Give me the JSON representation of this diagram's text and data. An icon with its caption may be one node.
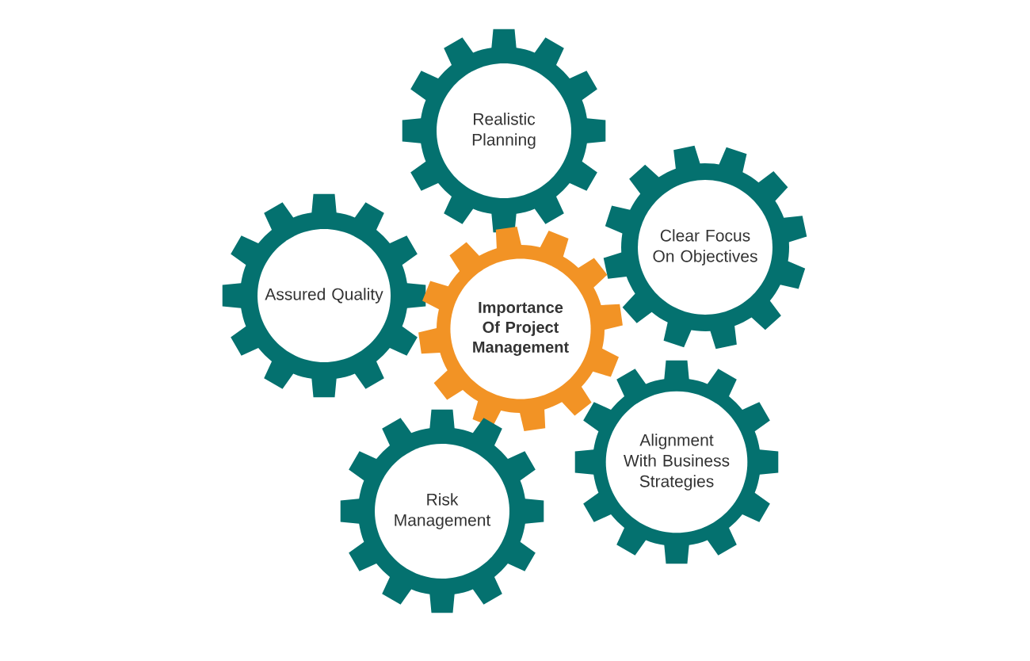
{
  "diagram": {
    "nodes": [
      {
        "text": [
          "Realistic Planning"
        ]
      },
      {
        "text": [
          "Clear Focus On Objectives"
        ]
      },
      {
        "text": [
          "Assured Quality"
        ]
      },
      {
        "text": [
          "Importance Of Project Management"
        ]
      },
      {
        "text": [
          "Alignment With Business Strategies"
        ]
      },
      {
        "text": [
          "Risk Management"
        ]
      }
    ]
  }
}
